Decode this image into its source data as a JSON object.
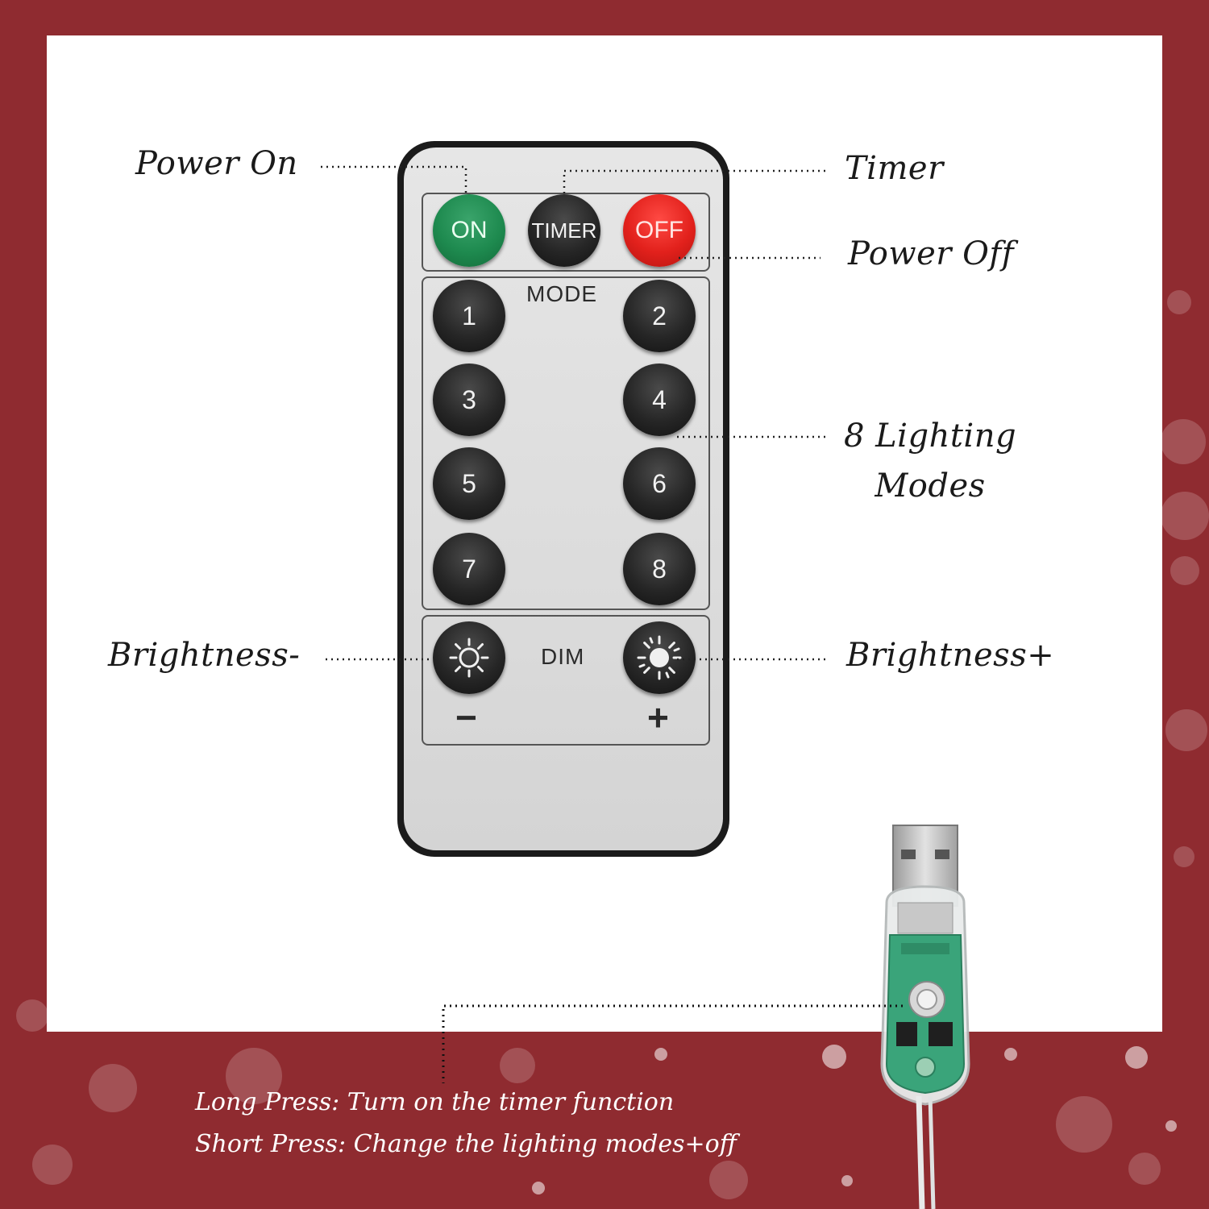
{
  "callouts": {
    "power_on": "Power On",
    "timer": "Timer",
    "power_off": "Power Off",
    "modes_line1": "8 Lighting",
    "modes_line2": "Modes",
    "brightness_minus": "Brightness-",
    "brightness_plus": "Brightness+"
  },
  "remote": {
    "on_label": "ON",
    "timer_label": "TIMER",
    "off_label": "OFF",
    "mode_label": "MODE",
    "mode_buttons": [
      "1",
      "2",
      "3",
      "4",
      "5",
      "6",
      "7",
      "8"
    ],
    "dim_label": "DIM",
    "minus_label": "−",
    "plus_label": "+"
  },
  "bottom": {
    "line1": "Long Press: Turn on the timer function",
    "line2": "Short Press: Change the lighting modes+off"
  },
  "colors": {
    "background": "#8f2b30",
    "on_button": "#1e8a4f",
    "off_button": "#e2211c",
    "pcb": "#3aa47a"
  },
  "icons": {
    "brightness_minus": "sun-outline-icon",
    "brightness_plus": "sun-filled-icon",
    "usb": "usb-controller-icon"
  }
}
